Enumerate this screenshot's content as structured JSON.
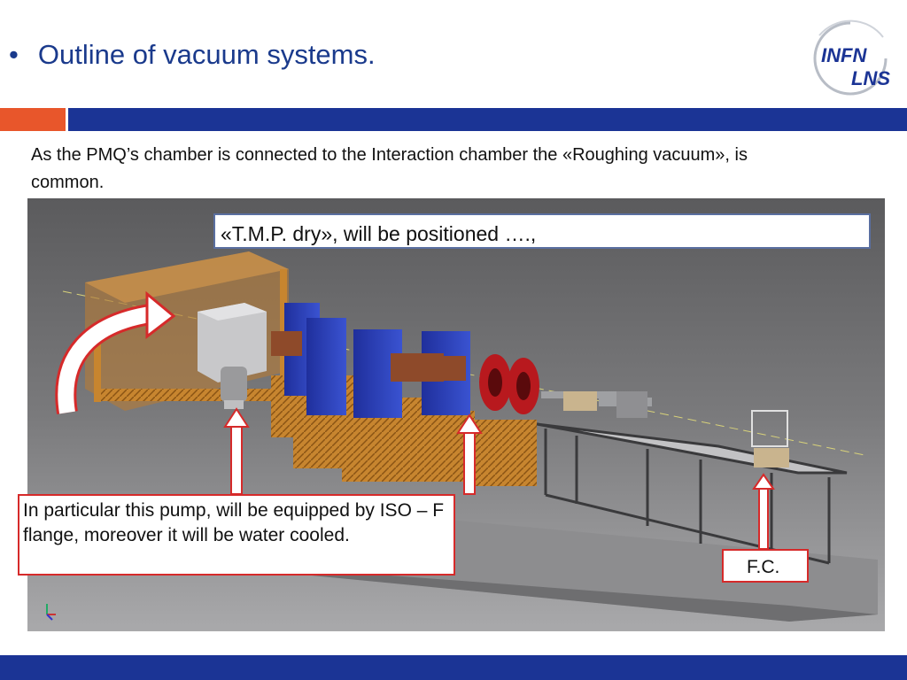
{
  "header": {
    "bullet": "•",
    "title": "Outline of vacuum systems",
    "title_end": "."
  },
  "logo": {
    "line1": "INFN",
    "line2": "LNS"
  },
  "intro_text": "As the PMQ’s chamber is connected to the Interaction chamber the «Roughing vacuum», is common.",
  "callouts": {
    "tmp": "«T.M.P. dry», will be positioned ….,",
    "pump": "In particular this pump, will be equipped by ISO – F flange, moreover it will be water cooled.",
    "fc": "F.C."
  },
  "colors": {
    "accent_orange": "#e8562b",
    "accent_blue": "#1b3495",
    "callout_red": "#d62a2a"
  }
}
